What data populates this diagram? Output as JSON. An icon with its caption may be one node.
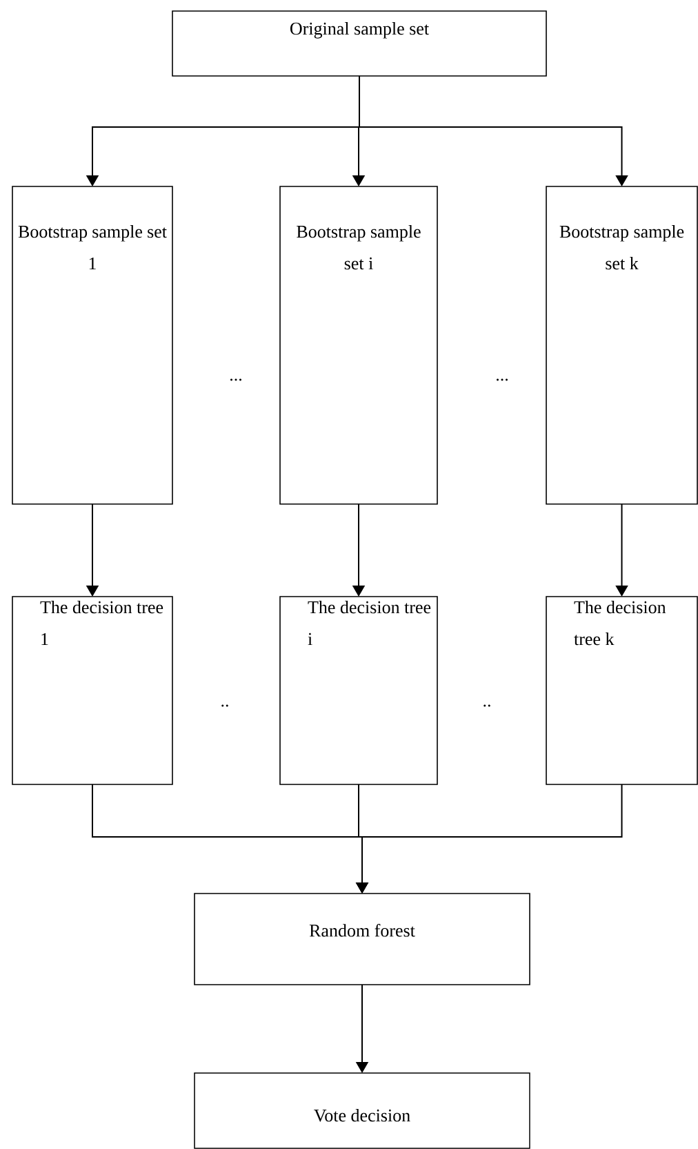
{
  "diagram": {
    "nodes": [
      {
        "text": [
          "Original sample set"
        ]
      },
      {
        "text": [
          "Bootstrap sample set 1"
        ]
      },
      {
        "text": [
          "Bootstrap sample set i"
        ]
      },
      {
        "text": [
          "Bootstrap sample set k"
        ]
      },
      {
        "text": [
          "The decision tree 1"
        ]
      },
      {
        "text": [
          "The decision tree i"
        ]
      },
      {
        "text": [
          "The decision tree k"
        ]
      },
      {
        "text": [
          "Random forest"
        ]
      },
      {
        "text": [
          "Vote decision"
        ]
      }
    ],
    "edges": [
      {
        "from": 0,
        "to": 1,
        "arrow": "to"
      },
      {
        "from": 0,
        "to": 2,
        "arrow": "to"
      },
      {
        "from": 0,
        "to": 3,
        "arrow": "to"
      },
      {
        "from": 1,
        "to": 4,
        "arrow": "to"
      },
      {
        "from": 2,
        "to": 5,
        "arrow": "to"
      },
      {
        "from": 3,
        "to": 6,
        "arrow": "to"
      },
      {
        "from": 4,
        "to": 7,
        "arrow": "to"
      },
      {
        "from": 5,
        "to": 7,
        "arrow": "to"
      },
      {
        "from": 6,
        "to": 7,
        "arrow": "to"
      },
      {
        "from": 7,
        "to": 8,
        "arrow": "to"
      }
    ],
    "labels": [
      "...",
      "...",
      "..",
      ".."
    ]
  }
}
